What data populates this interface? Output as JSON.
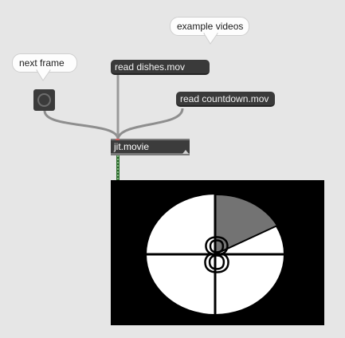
{
  "comments": {
    "example_videos": "example videos",
    "next_frame": "next frame"
  },
  "messages": {
    "read_dishes": "read dishes.mov",
    "read_countdown": "read countdown.mov"
  },
  "object": {
    "label": "jit.movie"
  },
  "display": {
    "countdown_number": "8"
  },
  "colors": {
    "patch_background": "#e6e6e6",
    "message_box": "#3a3a3a",
    "patch_cord": "#9a9a9a",
    "matrix_cord": "#3c8c3c",
    "countdown_wedge": "#737373"
  }
}
